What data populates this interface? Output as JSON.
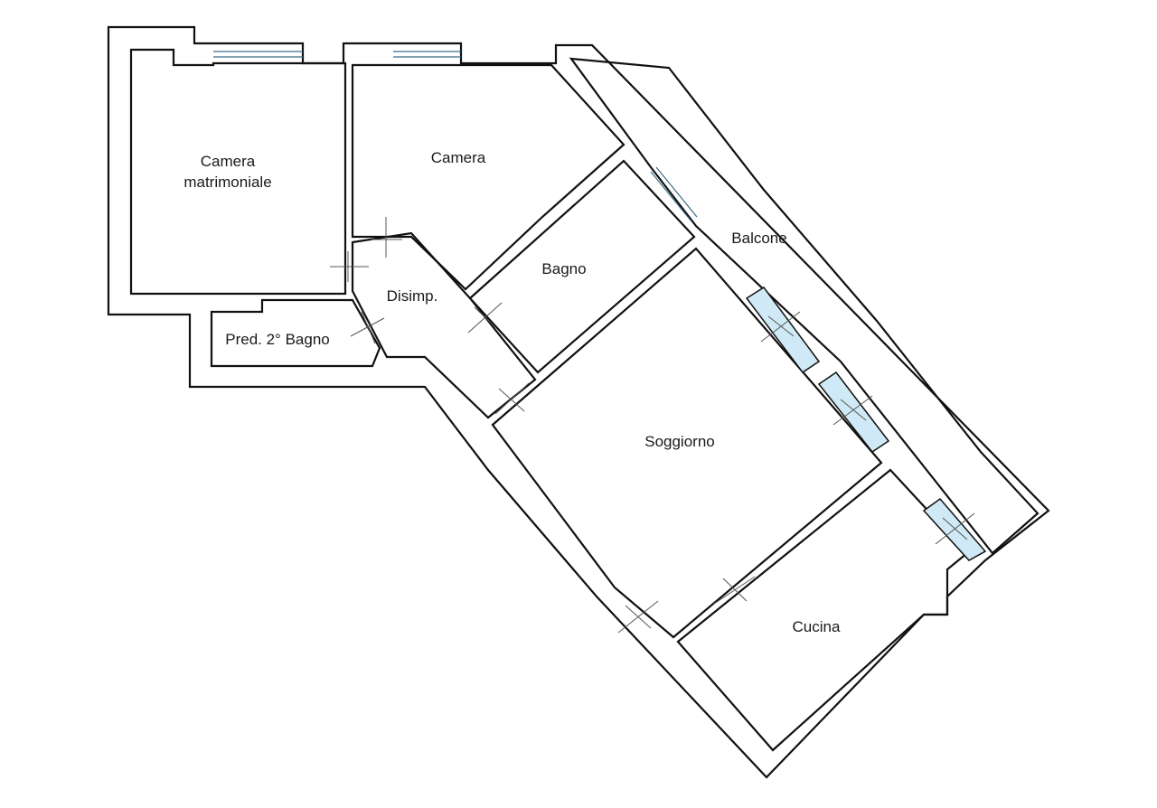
{
  "rooms": {
    "camera_matrimoniale": {
      "line1": "Camera",
      "line2": "matrimoniale",
      "fill": "#f7f2f7"
    },
    "camera": {
      "label": "Camera",
      "fill": "#f7f2f7"
    },
    "bagno": {
      "label": "Bagno",
      "fill": "#f0f6f9"
    },
    "disimpegno": {
      "label": "Disimp.",
      "fill": "#f4f4f4"
    },
    "pred_bagno": {
      "label": "Pred. 2° Bagno",
      "fill": "#eef5f6"
    },
    "balcone": {
      "label": "Balcone",
      "fill": "#fefcf4"
    },
    "soggiorno": {
      "label": "Soggiorno",
      "fill": "#f8efef"
    },
    "cucina": {
      "label": "Cucina",
      "fill": "#f8efef"
    }
  },
  "colors": {
    "wall": "#111111",
    "window_glass": "#cfeaf6"
  }
}
